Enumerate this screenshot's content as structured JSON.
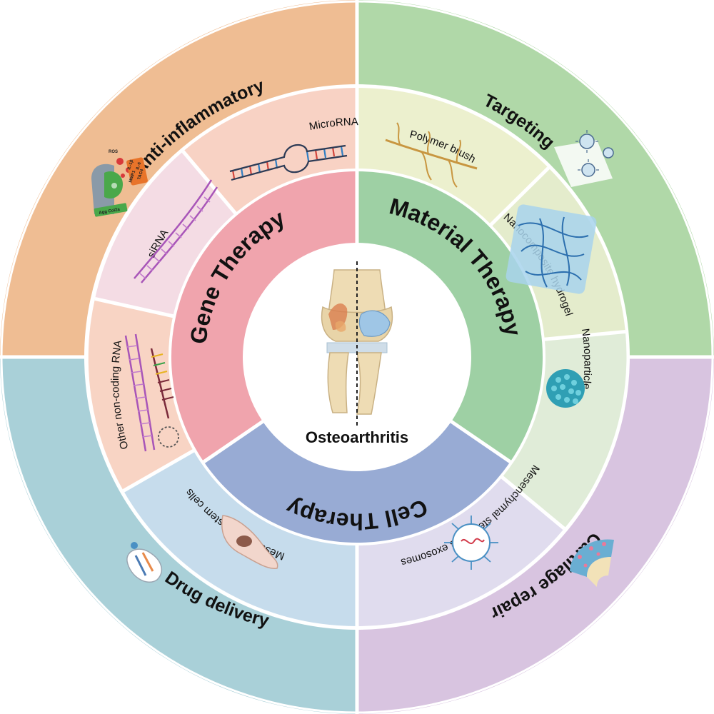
{
  "center": {
    "label": "Osteoarthritis"
  },
  "outer_ring": [
    {
      "label": "Anti-inflammatory",
      "color": "#efbd93"
    },
    {
      "label": "Targeting",
      "color": "#b0d8a8"
    },
    {
      "label": "Cartilage repair",
      "color": "#d8c4e0"
    },
    {
      "label": "Drug delivery",
      "color": "#a9d0d8"
    }
  ],
  "middle_ring": [
    {
      "label": "MicroRNA",
      "color": "#f8d2c4"
    },
    {
      "label": "Polymer brush",
      "color": "#ecf0ce"
    },
    {
      "label": "Nanocomposite hydrogel",
      "color": "#e4eccc"
    },
    {
      "label": "Nanoparticle",
      "color": "#e0ecd8"
    },
    {
      "label": "Mesenchymal stem cells exosomes",
      "color": "#e0dcee"
    },
    {
      "label": "Mesenchymal stem cells",
      "color": "#c6dcec"
    },
    {
      "label": "Other non-coding RNA",
      "color": "#f8d4c4"
    },
    {
      "label": "siRNA",
      "color": "#f4dce4"
    }
  ],
  "inner_ring": [
    {
      "label": "Gene Therapy",
      "color": "#f0a4ad"
    },
    {
      "label": "Material Therapy",
      "color": "#9ed0a4"
    },
    {
      "label": "Cell Therapy",
      "color": "#98abd4"
    }
  ],
  "icon_labels": {
    "ros": "ROS",
    "il1b": "IL-1β",
    "il6": "IL-6",
    "mmp1": "MMP1",
    "tac": "TAC4",
    "agg": "Agg Col2a"
  }
}
